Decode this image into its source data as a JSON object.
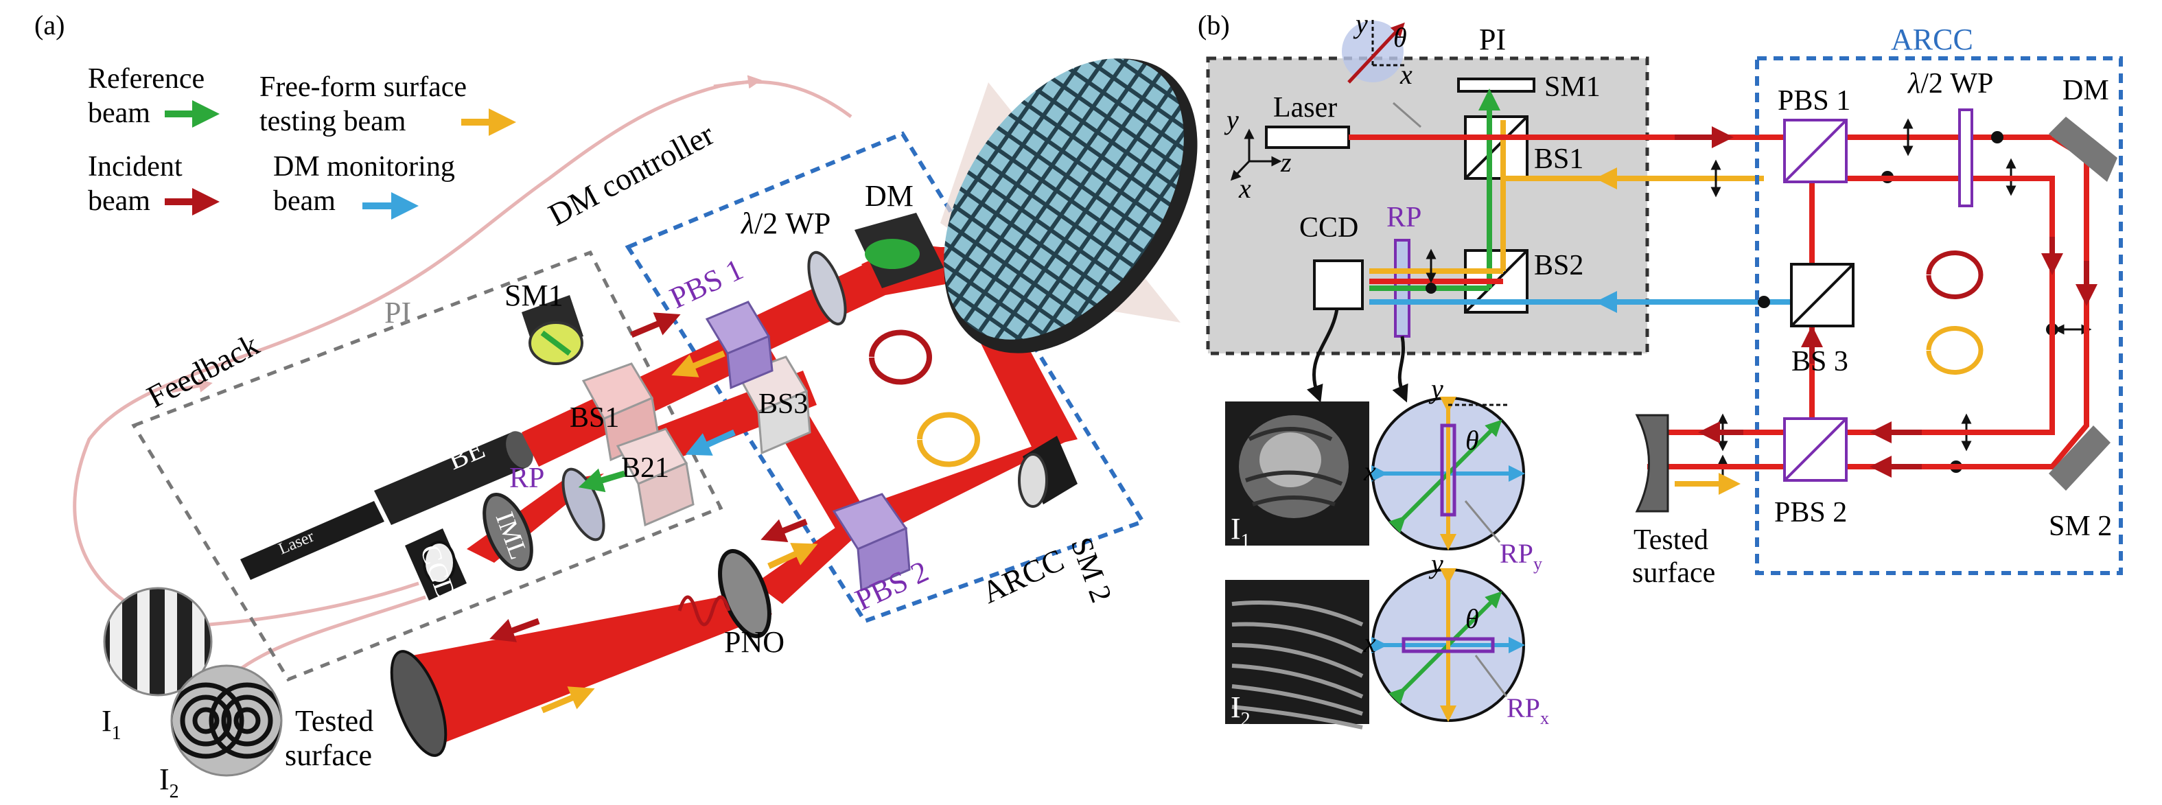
{
  "panel_a": {
    "label": "(a)",
    "legend": {
      "reference_line1": "Reference",
      "reference_line2": "beam",
      "freeform_line1": "Free-form surface",
      "freeform_line2": "testing beam",
      "incident_line1": "Incident",
      "incident_line2": "beam",
      "dm_line1": "DM monitoring",
      "dm_line2": "beam"
    },
    "labels": {
      "dm_controller": "DM controller",
      "feedback": "Feedback",
      "pi": "PI",
      "sm1": "SM1",
      "bs1": "BS1",
      "be": "BE",
      "b21": "B21",
      "bs3": "BS3",
      "rp": "RP",
      "iml": "IML",
      "laser": "Laser",
      "ccd": "CCD",
      "pbs1": "PBS 1",
      "wp_lambda": "λ",
      "wp_rest": "/2 WP",
      "dm": "DM",
      "pbs2": "PBS 2",
      "arcc": "ARCC",
      "sm2": "SM 2",
      "pno": "PNO",
      "tested_line1": "Tested",
      "tested_line2": "surface",
      "i1": "I",
      "i1_sub": "1",
      "i2": "I",
      "i2_sub": "2"
    }
  },
  "panel_b": {
    "label": "(b)",
    "labels": {
      "y_axis_top": "y",
      "theta_top": "θ",
      "x_axis_top": "x",
      "pi": "PI",
      "sm1": "SM1",
      "laser": "Laser",
      "coord_y": "y",
      "coord_z": "z",
      "coord_x": "x",
      "bs1": "BS1",
      "ccd": "CCD",
      "rp": "RP",
      "bs2": "BS2",
      "arcc": "ARCC",
      "pbs1": "PBS 1",
      "wp_lambda": "λ",
      "wp_rest": "/2 WP",
      "dm": "DM",
      "bs3": "BS 3",
      "tested_line1": "Tested",
      "tested_line2": "surface",
      "pbs2": "PBS 2",
      "sm2": "SM 2",
      "i1": "I",
      "i1_sub": "1",
      "i2": "I",
      "i2_sub": "2",
      "circ1_y": "y",
      "circ1_x": "x",
      "circ1_theta": "θ",
      "rpy": "RP",
      "rpy_sub": "y",
      "circ2_y": "y",
      "circ2_x": "x",
      "circ2_theta": "θ",
      "rpx": "RP",
      "rpx_sub": "x"
    }
  },
  "colors": {
    "incident_red": "#e0201c",
    "dark_red": "#b0151a",
    "reference_green": "#2ca83a",
    "freeform_orange": "#f0b020",
    "monitor_blue": "#3ba4dc",
    "arcc_blue": "#2e6fc0",
    "rp_purple": "#7a2db0",
    "pi_gray_box": "#d2d2d2"
  }
}
